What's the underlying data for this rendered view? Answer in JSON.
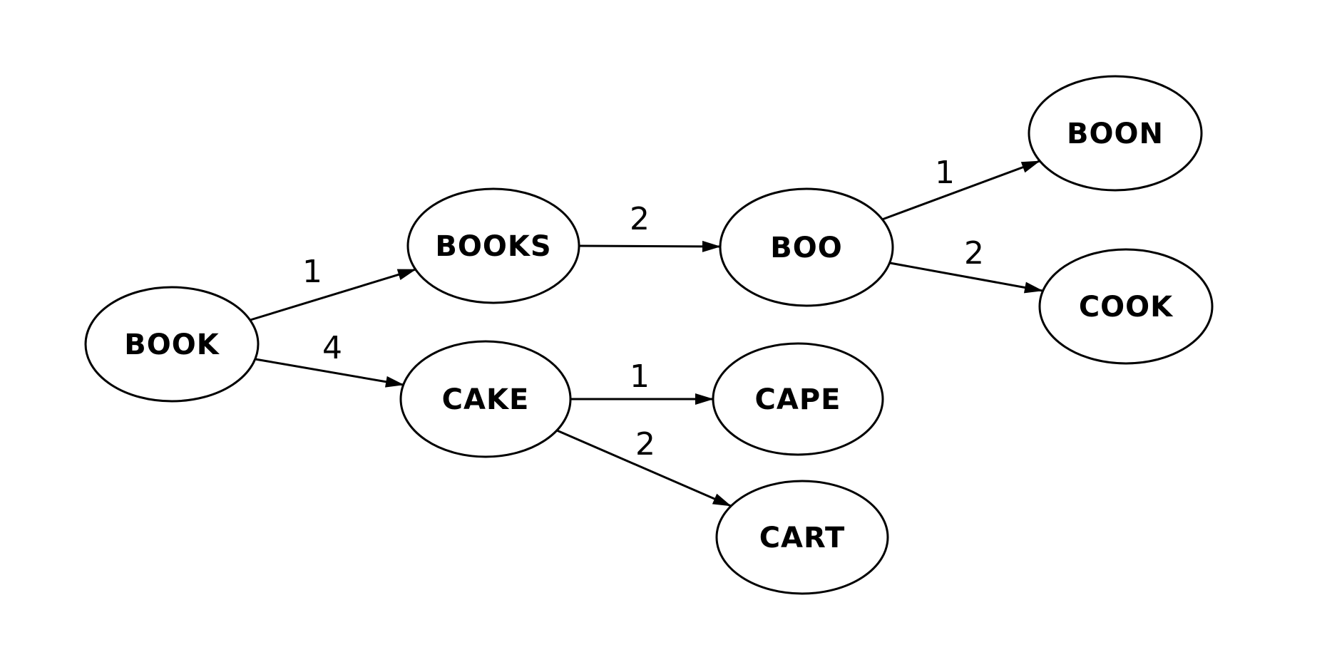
{
  "diagram": {
    "type": "directed-graph",
    "background_color": "#ffffff",
    "stroke_color": "#000000",
    "text_color": "#000000"
  },
  "nodes": [
    {
      "id": "book",
      "label": "BOOK"
    },
    {
      "id": "books",
      "label": "BOOKS"
    },
    {
      "id": "boo",
      "label": "BOO"
    },
    {
      "id": "boon",
      "label": "BOON"
    },
    {
      "id": "cook",
      "label": "COOK"
    },
    {
      "id": "cake",
      "label": "CAKE"
    },
    {
      "id": "cape",
      "label": "CAPE"
    },
    {
      "id": "cart",
      "label": "CART"
    }
  ],
  "edges": [
    {
      "from": "BOOK",
      "to": "BOOKS",
      "weight": "1"
    },
    {
      "from": "BOOK",
      "to": "CAKE",
      "weight": "4"
    },
    {
      "from": "BOOKS",
      "to": "BOO",
      "weight": "2"
    },
    {
      "from": "BOO",
      "to": "BOON",
      "weight": "1"
    },
    {
      "from": "BOO",
      "to": "COOK",
      "weight": "2"
    },
    {
      "from": "CAKE",
      "to": "CAPE",
      "weight": "1"
    },
    {
      "from": "CAKE",
      "to": "CART",
      "weight": "2"
    }
  ]
}
